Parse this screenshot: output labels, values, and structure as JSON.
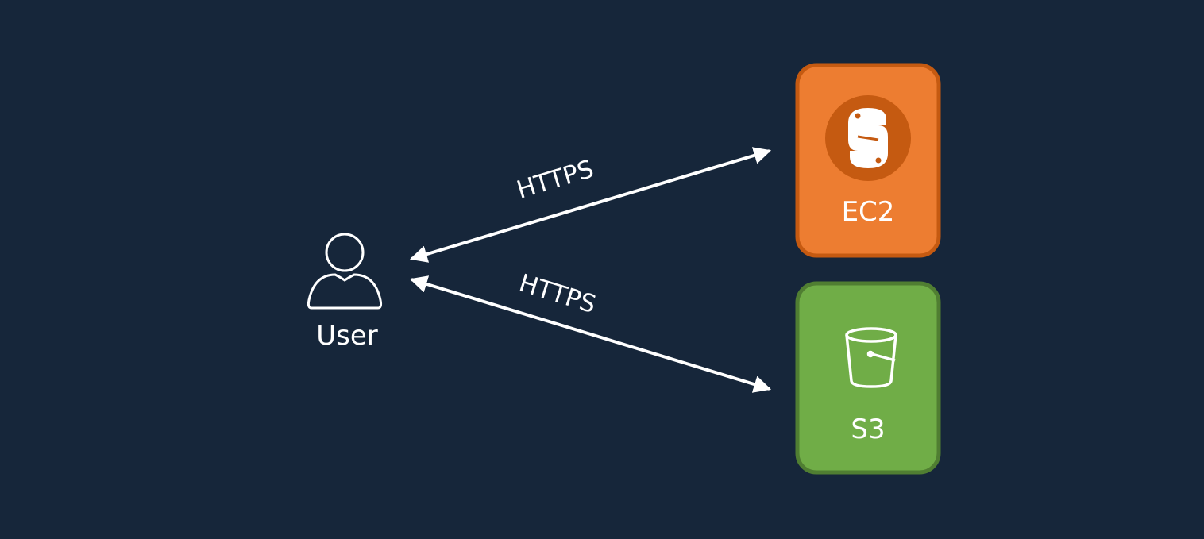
{
  "nodes": {
    "user": {
      "label": "User",
      "icon": "user-icon"
    },
    "ec2": {
      "label": "EC2",
      "icon": "python-icon",
      "fill": "#ed7d31",
      "border": "#c55a11"
    },
    "s3": {
      "label": "S3",
      "icon": "bucket-icon",
      "fill": "#70ad47",
      "border": "#507e32"
    }
  },
  "edges": [
    {
      "from": "user",
      "to": "ec2",
      "label": "HTTPS",
      "bidirectional": true
    },
    {
      "from": "user",
      "to": "s3",
      "label": "HTTPS",
      "bidirectional": true
    }
  ],
  "colors": {
    "background": "#16263a",
    "line": "#ffffff"
  }
}
